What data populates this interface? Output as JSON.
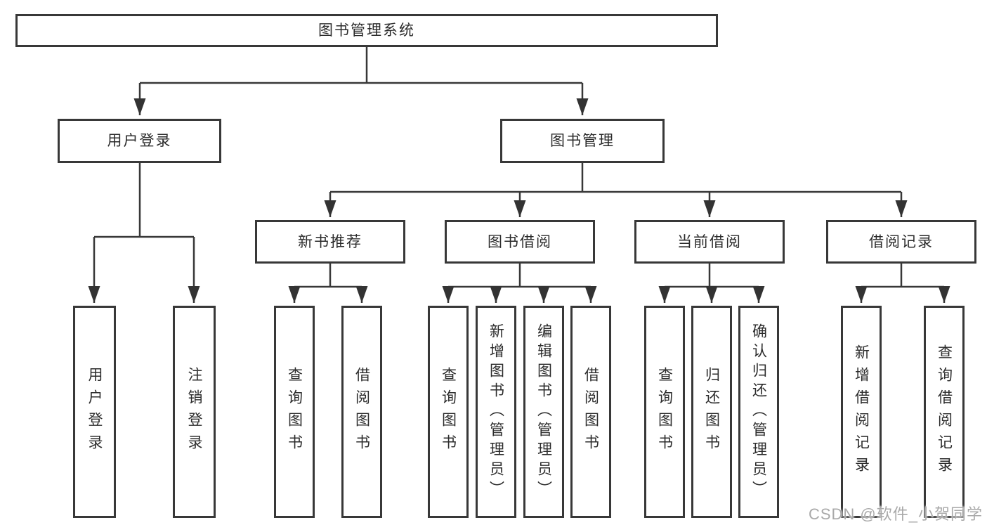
{
  "diagram": {
    "root": "图书管理系统",
    "level2": {
      "user_login": "用户登录",
      "book_mgmt": "图书管理"
    },
    "level3": {
      "new_books": "新书推荐",
      "borrowing": "图书借阅",
      "current": "当前借阅",
      "records": "借阅记录"
    },
    "leaves": {
      "user_login": "用户登录",
      "logout": "注销登录",
      "nb_query": "查询图书",
      "nb_borrow": "借阅图书",
      "bb_query": "查询图书",
      "bb_add": "新增图书（管理员）",
      "bb_edit": "编辑图书（管理员）",
      "bb_borrow": "借阅图书",
      "cb_query": "查询图书",
      "cb_return": "归还图书",
      "cb_confirm": "确认归还（管理员）",
      "br_add": "新增借阅记录",
      "br_query": "查询借阅记录"
    }
  },
  "watermark": "CSDN @软件_小贺同学",
  "colors": {
    "background": "#ffffff",
    "border": "#383838",
    "line": "#383838",
    "text": "#2b2b2b",
    "watermark": "#a9a9a9"
  }
}
